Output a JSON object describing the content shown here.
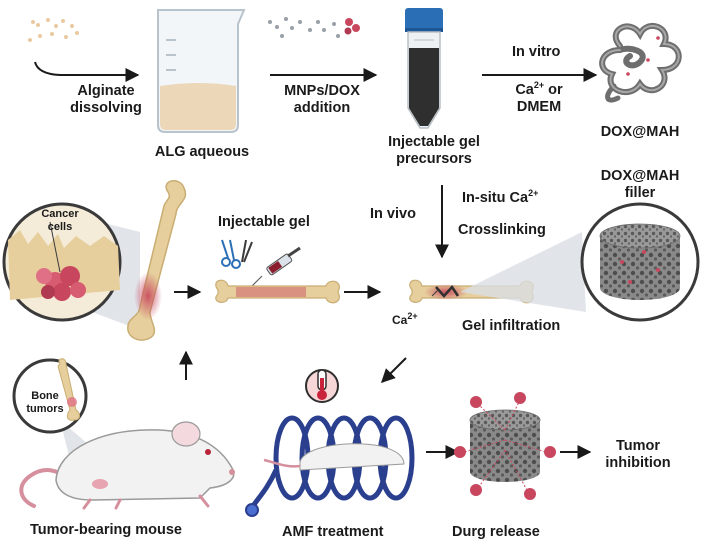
{
  "colors": {
    "arrow": "#1a1a1a",
    "bone": "#e6cf9c",
    "bone_shadow": "#c9ad73",
    "tumor": "#c8475e",
    "coil": "#2b3f8f",
    "gel": "#7a7a7a",
    "beaker_liquid": "#ecd7b8",
    "tube_cap": "#2a6fb5",
    "mouse": "#f2f2f2"
  },
  "icons": [
    "beaker-icon",
    "falcon-tube-icon",
    "yarn-fiber-icon",
    "bone-icon",
    "syringe-icon",
    "scissors-icon",
    "thermometer-icon",
    "coil-icon",
    "mouse-icon",
    "porous-cylinder-icon"
  ],
  "labels": {
    "alginate_dissolving_1": "Alginate",
    "alginate_dissolving_2": "dissolving",
    "alg_aqueous": "ALG aqueous",
    "mnps_dox_1": "MNPs/DOX",
    "mnps_dox_2": "addition",
    "injectable_precursors_1": "Injectable gel",
    "injectable_precursors_2": "precursors",
    "in_vitro": "In vitro",
    "ca_or_1_pre": "Ca",
    "ca_or_1_sup": "2+",
    "ca_or_1_post": " or",
    "dmem": "DMEM",
    "dox_mah": "DOX@MAH",
    "dox_mah_filler_1": "DOX@MAH",
    "dox_mah_filler_2": "filler",
    "in_vivo": "In vivo",
    "in_situ_pre": "In-situ Ca",
    "in_situ_sup": "2+",
    "crosslinking": "Crosslinking",
    "injectable_gel": "Injectable gel",
    "cancer_cells_1": "Cancer",
    "cancer_cells_2": "cells",
    "ca2_pre": "Ca",
    "ca2_sup": "2+",
    "gel_infiltration": "Gel infiltration",
    "bone_tumors_1": "Bone",
    "bone_tumors_2": "tumors",
    "tumor_bearing_mouse": "Tumor-bearing mouse",
    "amf_treatment": "AMF treatment",
    "durg_release": "Durg release",
    "tumor_inhibition_1": "Tumor",
    "tumor_inhibition_2": "inhibition"
  }
}
